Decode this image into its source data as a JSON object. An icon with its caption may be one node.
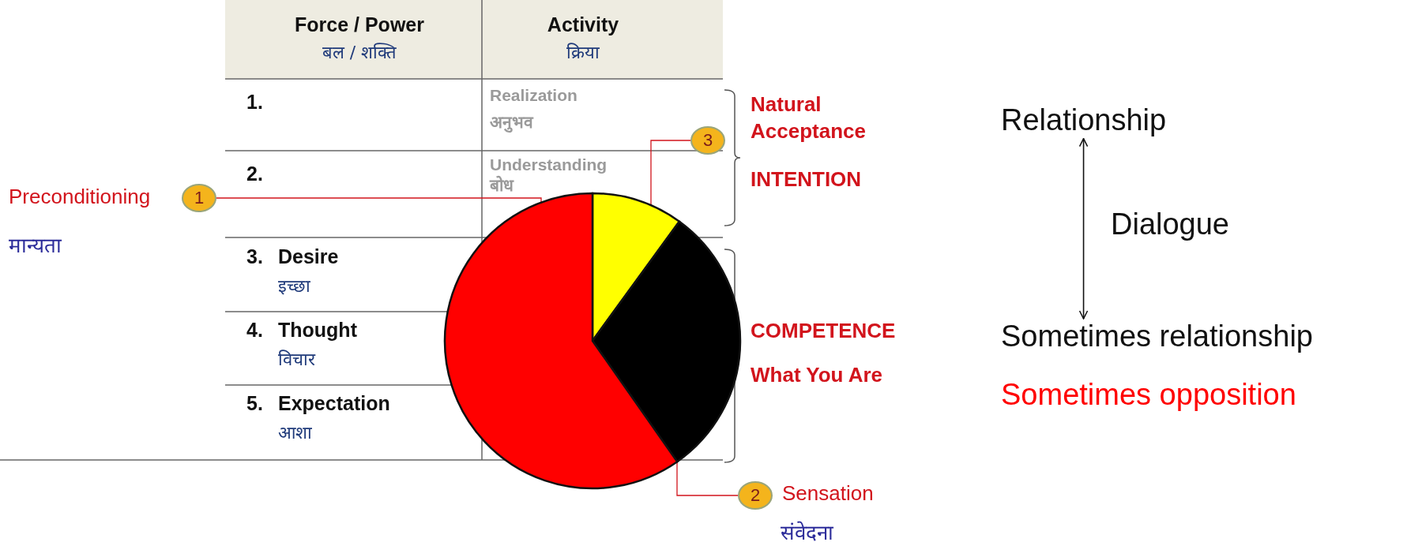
{
  "diagram": {
    "nodes": [
      {
        "text": [
          "3"
        ]
      },
      {
        "text": [
          "1"
        ],
        "beside": [
          "Preconditioning",
          "मान्यता"
        ]
      },
      {
        "text": [],
        "shape": "circle"
      },
      {
        "text": [
          "2"
        ],
        "beside": [
          "Sensation",
          "संवेदना"
        ]
      },
      {
        "text": [
          "Relationship"
        ]
      },
      {
        "text": [
          "Sometimes relationship"
        ]
      }
    ],
    "edges": [
      {
        "from": 0,
        "to": 2,
        "arrow": "none"
      },
      {
        "from": 1,
        "to": 2,
        "arrow": "none"
      },
      {
        "from": 3,
        "to": 2,
        "arrow": "none"
      },
      {
        "from": 4,
        "to": 5,
        "arrow": "both",
        "label": "Dialogue",
        "color": "#111111"
      }
    ],
    "labels": [
      "Force / Power",
      "बल / शक्ति",
      "Activity",
      "क्रिया",
      "1.",
      "Realization",
      "अनुभव",
      "2.",
      "Understanding",
      "बोध",
      "3.",
      "Desire",
      "इच्छा",
      "4.",
      "Thought",
      "विचार",
      "5.",
      "Expectation",
      "आशा",
      "Natural Acceptance",
      "INTENTION",
      "COMPETENCE",
      "What You Are",
      "Sometimes opposition"
    ]
  }
}
